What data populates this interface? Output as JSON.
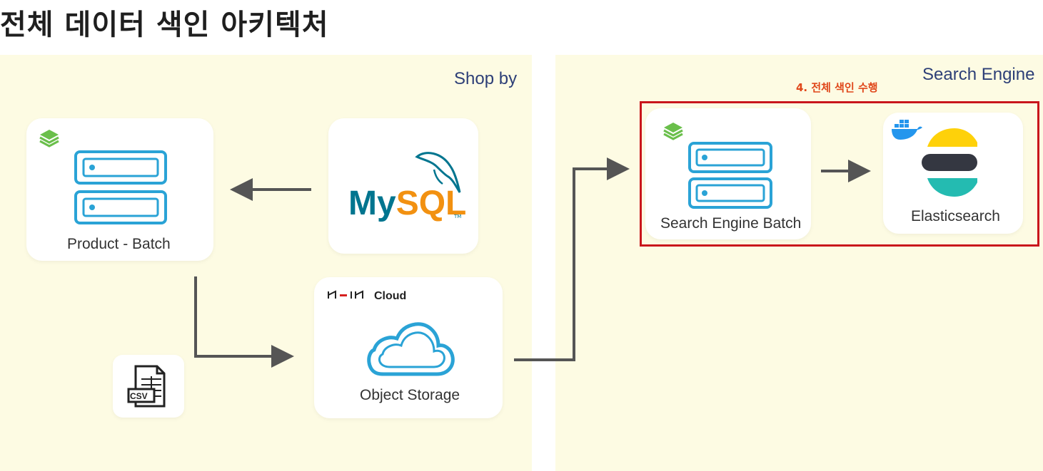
{
  "title": "전체 데이터 색인 아키텍처",
  "panels": {
    "left": {
      "label": "Shop by"
    },
    "right": {
      "label": "Search Engine"
    }
  },
  "step_label": "4. 전체 색인 수행",
  "nodes": {
    "product_batch": {
      "label": "Product - Batch",
      "icon": "server-icon",
      "badge": "stack-icon"
    },
    "mysql": {
      "logo_text_my": "My",
      "logo_text_sql": "SQL",
      "tm": "TM",
      "icon": "mysql-dolphin-icon"
    },
    "object_storage": {
      "label": "Object Storage",
      "provider": "Cloud",
      "icon": "cloud-icon"
    },
    "csv": {
      "text": "CSV",
      "icon": "csv-file-icon"
    },
    "search_engine_batch": {
      "label": "Search Engine Batch",
      "icon": "server-icon",
      "badge": "stack-icon"
    },
    "elasticsearch": {
      "label": "Elasticsearch",
      "icon": "elasticsearch-logo",
      "badge": "docker-icon"
    }
  },
  "colors": {
    "panel_bg": "#fdfbe3",
    "highlight": "#c9161c",
    "step_text": "#e0471a",
    "server_blue": "#2aa3d6",
    "mysql_blue": "#00758f",
    "mysql_orange": "#f29111",
    "elastic_yellow": "#fed10a",
    "elastic_teal": "#24bbb1",
    "elastic_dark": "#343741"
  }
}
